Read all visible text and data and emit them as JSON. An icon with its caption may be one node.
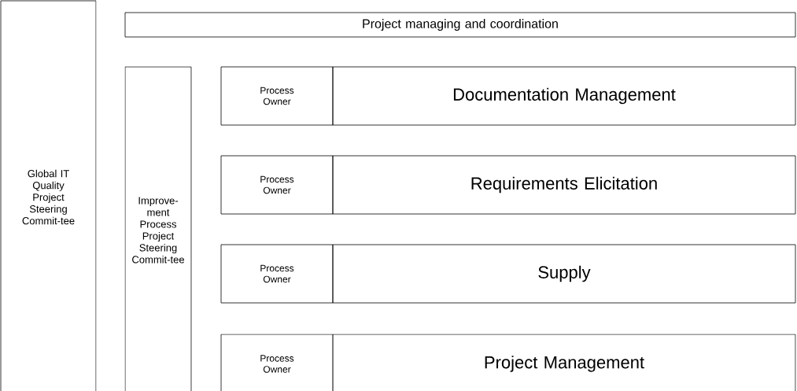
{
  "diagram": {
    "nodes": [
      {
        "text": [
          "Global IT Quality Project Steering Commit-tee"
        ]
      },
      {
        "text": [
          "Project managing and coordination"
        ]
      },
      {
        "text": [
          "Improve-ment Process Project Steering Commit-tee"
        ]
      },
      {
        "text": [
          "Process Owner"
        ]
      },
      {
        "text": [
          "Documentation Management"
        ]
      },
      {
        "text": [
          "Process Owner"
        ]
      },
      {
        "text": [
          "Requirements Elicitation"
        ]
      },
      {
        "text": [
          "Process Owner"
        ]
      },
      {
        "text": [
          "Supply"
        ]
      },
      {
        "text": [
          "Process Owner"
        ]
      },
      {
        "text": [
          "Project Management"
        ]
      }
    ]
  }
}
